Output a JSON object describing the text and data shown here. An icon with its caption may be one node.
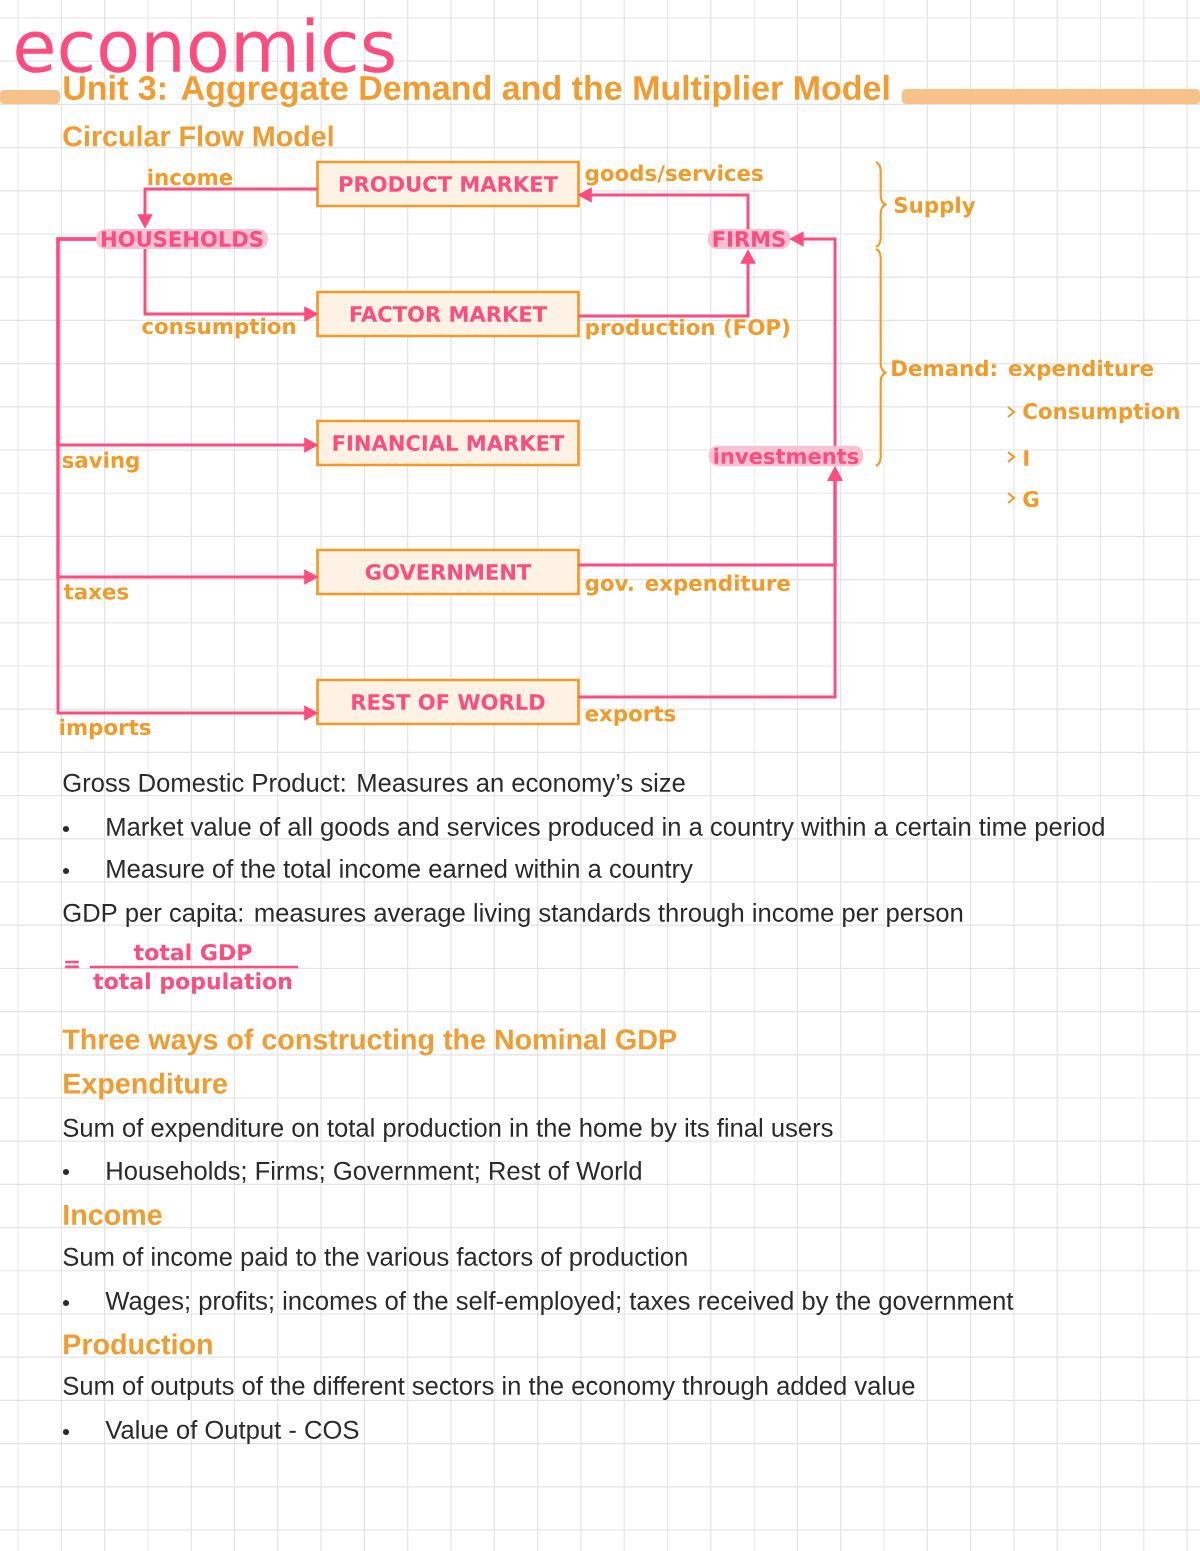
{
  "diagram": {
    "title": "Circular Flow Model",
    "nodes": [
      {
        "text": [
          "PRODUCT MARKET"
        ]
      },
      {
        "text": [
          "HOUSEHOLDS"
        ]
      },
      {
        "text": [
          "FIRMS"
        ]
      },
      {
        "text": [
          "FACTOR MARKET"
        ]
      },
      {
        "text": [
          "FINANCIAL MARKET"
        ]
      },
      {
        "text": [
          "investments"
        ]
      },
      {
        "text": [
          "GOVERNMENT"
        ]
      },
      {
        "text": [
          "REST OF WORLD"
        ]
      }
    ],
    "edges": [
      {
        "from": 0,
        "to": 1,
        "arrow": "to",
        "label": "income"
      },
      {
        "from": 2,
        "to": 0,
        "arrow": "to",
        "label": "goods/services"
      },
      {
        "from": 1,
        "to": 3,
        "arrow": "to",
        "label": "consumption"
      },
      {
        "from": 3,
        "to": 2,
        "arrow": "to",
        "label": "production (FOP)"
      },
      {
        "from": 1,
        "to": 4,
        "arrow": "to",
        "label": "saving"
      },
      {
        "from": 1,
        "to": 6,
        "arrow": "to",
        "label": "taxes"
      },
      {
        "from": 1,
        "to": 7,
        "arrow": "to",
        "label": "imports"
      },
      {
        "from": 6,
        "to": 5,
        "arrow": "to",
        "label": "gov. expenditure"
      },
      {
        "from": 7,
        "to": 5,
        "arrow": "to",
        "label": "exports"
      },
      {
        "from": 5,
        "to": 2,
        "arrow": "to"
      }
    ],
    "labels": [
      "economics",
      "Unit 3: Aggregate Demand and the Multiplier Model",
      "Supply",
      "Demand: expenditure",
      "Consumption",
      "I",
      "G",
      "Gross Domestic Product: Measures an economy’s size",
      "Market value of all goods and services produced in a country within a certain time period",
      "Measure of the total income earned within a country",
      "GDP per capita: measures average living standards through income per person",
      "=",
      "total GDP",
      "total population",
      "Three ways of constructing the Nominal GDP",
      "Expenditure",
      "Sum of expenditure on total production in the home by its final users",
      "Households; Firms; Government; Rest of World",
      "Income",
      "Sum of income paid to the various factors of production",
      "Wages; profits; incomes of the self-employed; taxes received by the government",
      "Production",
      "Sum of outputs of the different sectors in the economy through added value",
      "Value of Output - COS"
    ]
  }
}
